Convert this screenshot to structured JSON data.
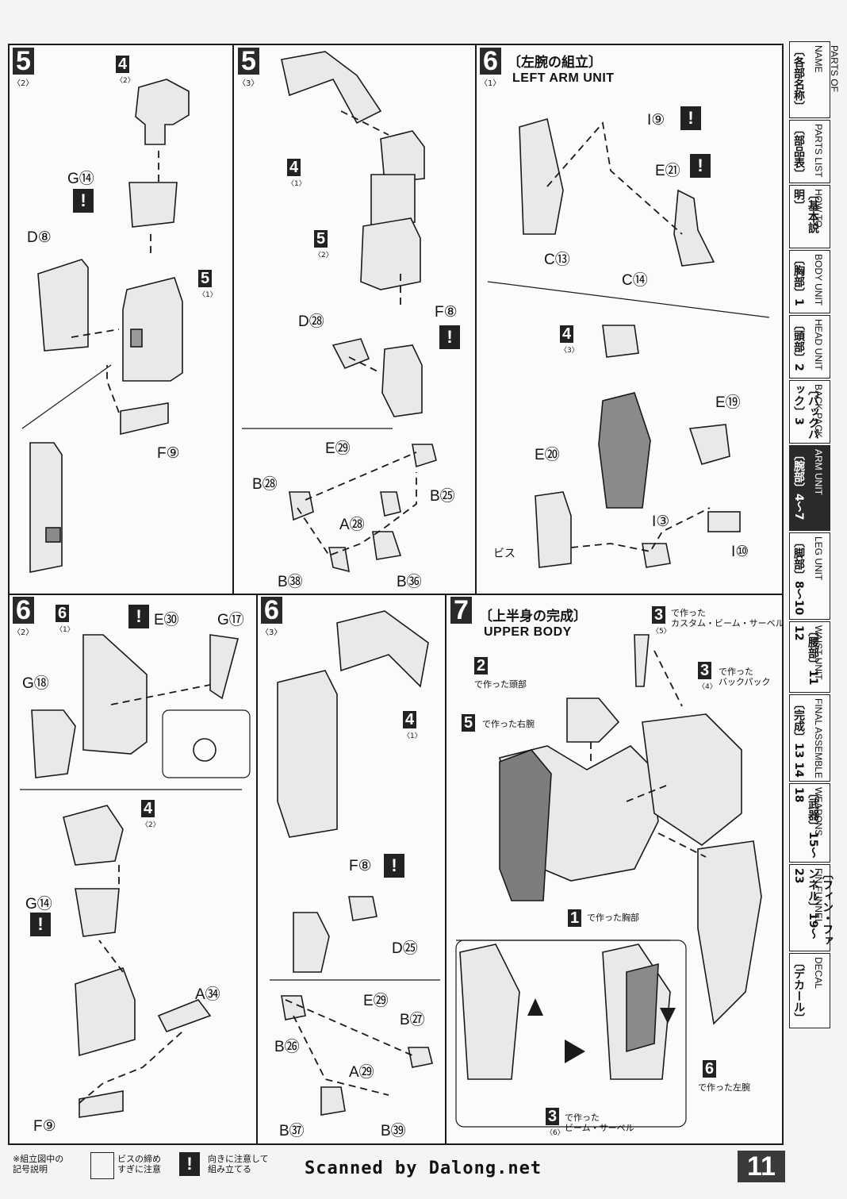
{
  "page_number": "11",
  "scan_credit": "Scanned by Dalong.net",
  "steps": {
    "s5_2": {
      "num": "5",
      "sub": "〈2〉"
    },
    "s5_3": {
      "num": "5",
      "sub": "〈3〉"
    },
    "s6_1": {
      "num": "6",
      "sub": "〈1〉",
      "title_jp": "〔左腕の組立〕",
      "title_en": "LEFT ARM UNIT"
    },
    "s6_2": {
      "num": "6",
      "sub": "〈2〉"
    },
    "s6_3": {
      "num": "6",
      "sub": "〈3〉"
    },
    "s7": {
      "num": "7",
      "title_jp": "〔上半身の完成〕",
      "title_en": "UPPER BODY"
    }
  },
  "part_labels": {
    "p52_g14": "G⑭",
    "p52_d8": "D⑧",
    "p52_f9": "F⑨",
    "p53_d28": "D㉘",
    "p53_f8": "F⑧",
    "p53_e29": "E㉙",
    "p53_b28": "B㉘",
    "p53_b25": "B㉕",
    "p53_a28": "A㉘",
    "p53_b38": "B㊳",
    "p53_b36": "B㊱",
    "p61_i9": "I⑨",
    "p61_e21": "E㉑",
    "p61_c13": "C⑬",
    "p61_c14": "C⑭",
    "p61_e19": "E⑲",
    "p61_e20": "E⑳",
    "p61_i3": "I③",
    "p61_i10": "I⑩",
    "p61_screw": "ビス",
    "p62_e30": "E㉚",
    "p62_g17": "G⑰",
    "p62_g18": "G⑱",
    "p62_g14": "G⑭",
    "p62_a34": "A㉞",
    "p62_f9": "F⑨",
    "p63_f8": "F⑧",
    "p63_d25": "D㉕",
    "p63_e29": "E㉙",
    "p63_b27": "B㉗",
    "p63_b26": "B㉖",
    "p63_a29": "A㉙",
    "p63_b37": "B㊲",
    "p63_b39": "B㊴"
  },
  "refs": {
    "r52_4": {
      "num": "4",
      "sub": "〈2〉"
    },
    "r52_5": {
      "num": "5",
      "sub": "〈1〉"
    },
    "r53_4": {
      "num": "4",
      "sub": "〈1〉"
    },
    "r53_5": {
      "num": "5",
      "sub": "〈2〉"
    },
    "r61_4": {
      "num": "4",
      "sub": "〈3〉"
    },
    "r62_6": {
      "num": "6",
      "sub": "〈1〉"
    },
    "r62_4": {
      "num": "4",
      "sub": "〈2〉"
    },
    "r63_4": {
      "num": "4",
      "sub": "〈1〉"
    }
  },
  "step7_notes": {
    "n3a_num": "3",
    "n3a_sub": "〈5〉",
    "n3a_text": "で作った\nカスタム・ビーム・サーベル",
    "n2_num": "2",
    "n2_text": "で作った頭部",
    "n3b_num": "3",
    "n3b_sub": "〈4〉",
    "n3b_text": "で作った\nバックパック",
    "n5_num": "5",
    "n5_text": "で作った右腕",
    "n1_num": "1",
    "n1_text": "で作った胸部",
    "n6_num": "6",
    "n6_text": "で作った左腕",
    "n3c_num": "3",
    "n3c_sub": "〈6〉",
    "n3c_text": "で作った\nビーム・サーベル"
  },
  "legend": {
    "title": "※組立図中の\n記号説明",
    "screw_text": "ビスの締め\nすぎに注意",
    "warn_text": "向きに注意して\n組み立てる",
    "warn_mark": "!"
  },
  "side_tabs": [
    {
      "jp": "〔各部名称〕",
      "en": "PARTS OF NAME"
    },
    {
      "jp": "〔部品表〕",
      "en": "PARTS LIST"
    },
    {
      "jp": "〔基本説明〕",
      "en": "HOW TO"
    },
    {
      "jp": "〔胸部〕1",
      "en": "BODY UNIT"
    },
    {
      "jp": "〔頭部〕2",
      "en": "HEAD UNIT"
    },
    {
      "jp": "〔バックパック〕3",
      "en": "BACK PACK"
    },
    {
      "jp": "〔腕部〕4〜7",
      "en": "ARM UNIT"
    },
    {
      "jp": "〔脚部〕8〜10",
      "en": "LEG UNIT"
    },
    {
      "jp": "〔腰部〕11 12",
      "en": "WAIST UNIT"
    },
    {
      "jp": "〔完成〕13 14",
      "en": "FINAL ASSEMBLE"
    },
    {
      "jp": "〔武器〕15〜18",
      "en": "WEAPONS"
    },
    {
      "jp": "〔フィン・ファンネル〕19〜23",
      "en": "FIN FUNNEL"
    },
    {
      "jp": "〔デカール〕",
      "en": "DECAL"
    }
  ],
  "active_tab": "〔腕部〕4〜7",
  "colors": {
    "ink": "#1a1a1a",
    "paper": "#fbfbfa",
    "tab_active": "#2a2a2a",
    "part_gray": "#8a8a8a"
  }
}
